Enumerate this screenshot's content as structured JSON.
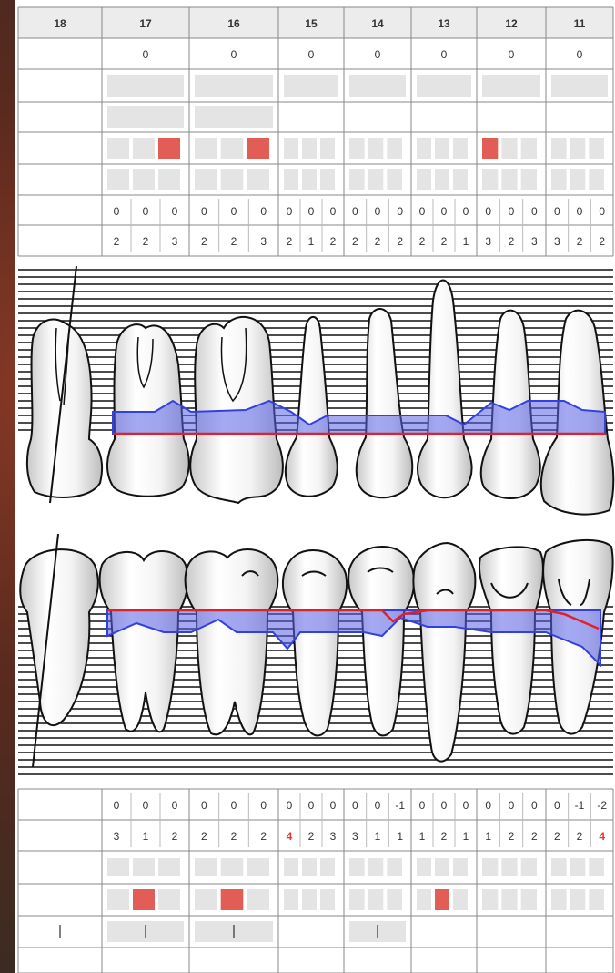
{
  "upper_table": {
    "teeth": [
      "18",
      "17",
      "16",
      "15",
      "14",
      "13",
      "12",
      "11"
    ],
    "row1_values": [
      "",
      "0",
      "0",
      "0",
      "0",
      "0",
      "0",
      "0"
    ],
    "row2_shaded": [
      false,
      true,
      true,
      true,
      true,
      true,
      true,
      true
    ],
    "row3_shaded": [
      false,
      true,
      true,
      false,
      false,
      false,
      false,
      false
    ],
    "row4_marks": [
      [
        0,
        0,
        0
      ],
      [
        0,
        0,
        1
      ],
      [
        0,
        0,
        1
      ],
      [
        0,
        0,
        0
      ],
      [
        0,
        0,
        0
      ],
      [
        0,
        0,
        0
      ],
      [
        1,
        0,
        0
      ],
      [
        0,
        0,
        0
      ]
    ],
    "row6_values": [
      [],
      [
        "0",
        "0",
        "0"
      ],
      [
        "0",
        "0",
        "0"
      ],
      [
        "0",
        "0",
        "0"
      ],
      [
        "0",
        "0",
        "0"
      ],
      [
        "0",
        "0",
        "0"
      ],
      [
        "0",
        "0",
        "0"
      ],
      [
        "0",
        "0",
        "0"
      ]
    ],
    "row7_values": [
      [],
      [
        "2",
        "2",
        "3"
      ],
      [
        "2",
        "2",
        "3"
      ],
      [
        "2",
        "1",
        "2"
      ],
      [
        "2",
        "2",
        "2"
      ],
      [
        "2",
        "2",
        "1"
      ],
      [
        "3",
        "2",
        "3"
      ],
      [
        "3",
        "2",
        "2"
      ]
    ]
  },
  "lower_table": {
    "row1_values": [
      [],
      [
        "0",
        "0",
        "0"
      ],
      [
        "0",
        "0",
        "0"
      ],
      [
        "0",
        "0",
        "0"
      ],
      [
        "0",
        "0",
        "-1"
      ],
      [
        "0",
        "0",
        "0"
      ],
      [
        "0",
        "0",
        "0"
      ],
      [
        "0",
        "-1",
        "-2"
      ]
    ],
    "row2_values": [
      [],
      [
        "3",
        "1",
        "2"
      ],
      [
        "2",
        "2",
        "2"
      ],
      [
        "4",
        "2",
        "3"
      ],
      [
        "3",
        "1",
        "1"
      ],
      [
        "1",
        "2",
        "1"
      ],
      [
        "1",
        "2",
        "2"
      ],
      [
        "2",
        "2",
        "4"
      ]
    ],
    "row2_red": [
      [],
      [
        false,
        false,
        false
      ],
      [
        false,
        false,
        false
      ],
      [
        true,
        false,
        false
      ],
      [
        false,
        false,
        false
      ],
      [
        false,
        false,
        false
      ],
      [
        false,
        false,
        false
      ],
      [
        false,
        false,
        true
      ]
    ],
    "row4_marks": [
      [
        0,
        0,
        0
      ],
      [
        0,
        1,
        0
      ],
      [
        0,
        1,
        0
      ],
      [
        0,
        0,
        0
      ],
      [
        0,
        0,
        0
      ],
      [
        0,
        1,
        0
      ],
      [
        0,
        0,
        0
      ],
      [
        0,
        0,
        0
      ]
    ],
    "row5_ticks": [
      true,
      true,
      true,
      false,
      true,
      false,
      false,
      false
    ]
  },
  "colors": {
    "mark_red": "#e35d57",
    "gingival_red": "#e0202c",
    "pocket_blue": "#3340e0",
    "pocket_fill": "#5a63e8",
    "cell_gray": "#e4e4e4"
  }
}
